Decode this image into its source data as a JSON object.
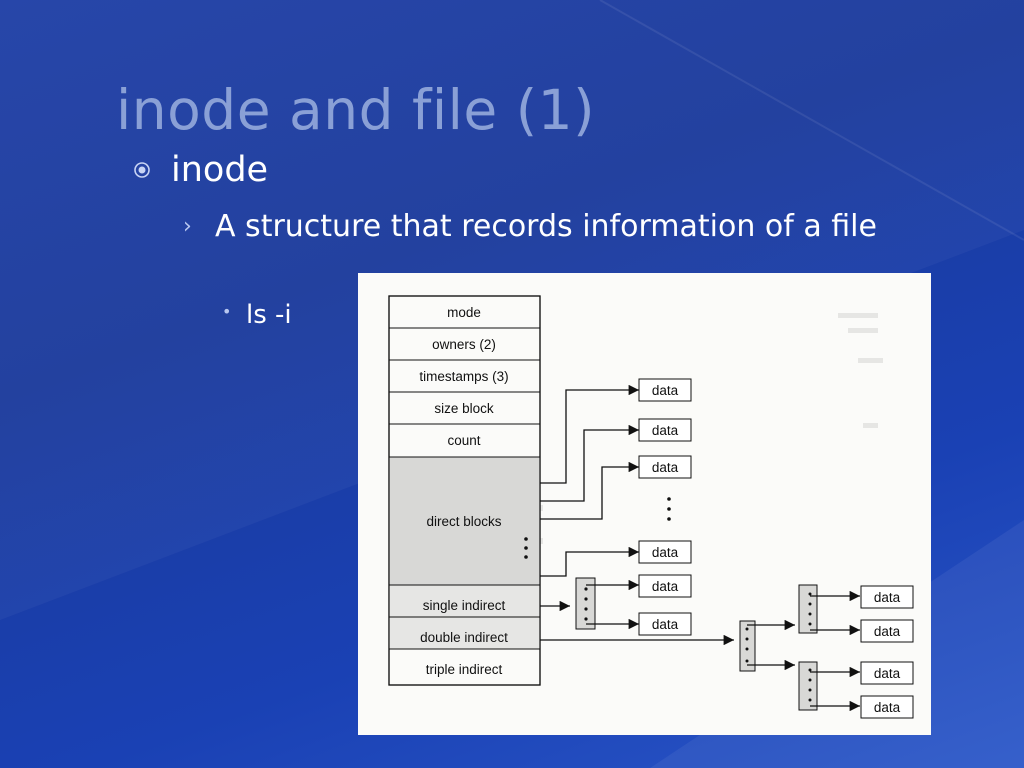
{
  "slide": {
    "title": "inode and file (1)",
    "bullet_1": "inode",
    "bullet_2": "A structure that records information of a file",
    "bullet_3": "ls -i"
  },
  "figure": {
    "inode_fields": [
      "mode",
      "owners (2)",
      "timestamps (3)",
      "size block",
      "count",
      "direct blocks",
      "single indirect",
      "double indirect",
      "triple indirect"
    ],
    "block_label": "data"
  },
  "colors": {
    "background": "#1b3a9c",
    "title": "#8aa0d6",
    "text": "#ffffff",
    "figure_background": "#fbfbf9"
  }
}
